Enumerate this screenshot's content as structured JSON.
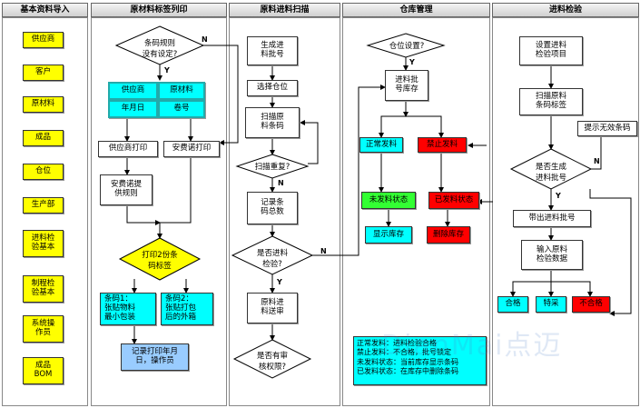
{
  "lanes": [
    "基本资料导入",
    "原材料标签列印",
    "原料进料扫描",
    "仓库管理",
    "进料检验"
  ],
  "basic": [
    "供应商",
    "客户",
    "原材料",
    "成品",
    "仓位",
    "生产部",
    "进料检\n验基本",
    "制程检\n验基本",
    "系统操\n作员",
    "成品\nBOM"
  ],
  "print": {
    "decision": "条码规则\n没有设定?",
    "grid": [
      "供应商",
      "原材料",
      "年月日",
      "卷号"
    ],
    "supplier_print": "供应商打印",
    "anfei_print": "安费诺打印",
    "anfei_rule": "安费诺提\n供规则",
    "print_two": "打印2份条\n码标签",
    "code1": "条码1：\n张贴物料\n最小包装",
    "code2": "条码2：\n张贴打包\n后的外箱",
    "record": "记录打印年月\n日，操作员"
  },
  "scan": {
    "gen_batch": "生成进\n料批号",
    "choose_loc": "选择仓位",
    "scan_code": "扫描原\n料条码",
    "dup": "扫描重复?",
    "record_total": "记录条\n码总数",
    "need_check": "是否进料\n检验?",
    "review": "原料进\n料送审",
    "has_perm": "是否有审\n核权限?"
  },
  "wh": {
    "loc_set": "仓位设置?",
    "batch_stock": "进料批\n号库存",
    "normal": "正常发料",
    "forbid": "禁止发料",
    "not_issued": "未发料状态",
    "issued": "已发料状态",
    "show_stock": "显示库存",
    "delete_stock": "删除库存",
    "notes": [
      "正常发料：进料检验合格",
      "禁止发料：不合格，批号锁定",
      "未发料状态：当前库存显示条码",
      "已发料状态：在库存中删除条码"
    ]
  },
  "qc": {
    "setup": "设置进料\n检验项目",
    "scan_label": "扫描原料\n条码标签",
    "hint": "提示无效条码",
    "generated": "是否生成\n进料批号",
    "bring_batch": "带出进料批号",
    "input_data": "输入原料\n检验数据",
    "pass": "合格",
    "special": "特采",
    "fail": "不合格"
  },
  "marks": {
    "n": "N",
    "y": "Y"
  },
  "watermark": "DianMai点迈"
}
